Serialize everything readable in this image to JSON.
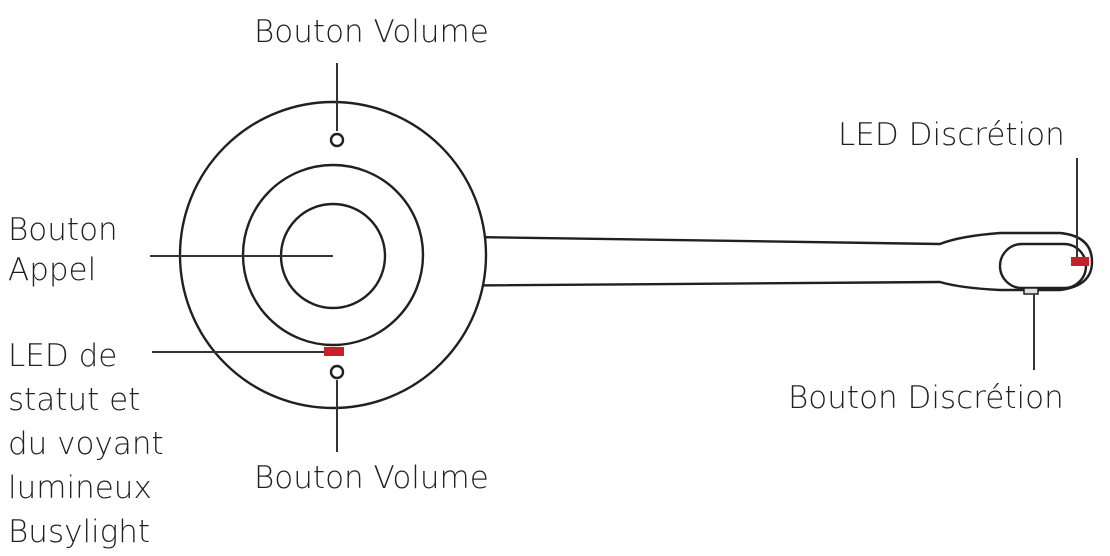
{
  "labels": {
    "volume_top": "Bouton Volume",
    "volume_bottom": "Bouton Volume",
    "call_button": [
      "Bouton",
      "Appel"
    ],
    "status_led": [
      "LED de",
      "statut et",
      "du voyant",
      "lumineux",
      "Busylight"
    ],
    "mute_led": "LED Discrétion",
    "mute_button": "Bouton Discrétion"
  },
  "colors": {
    "led": "#c8202a",
    "outline": "#231f20",
    "text": "#231f20"
  }
}
